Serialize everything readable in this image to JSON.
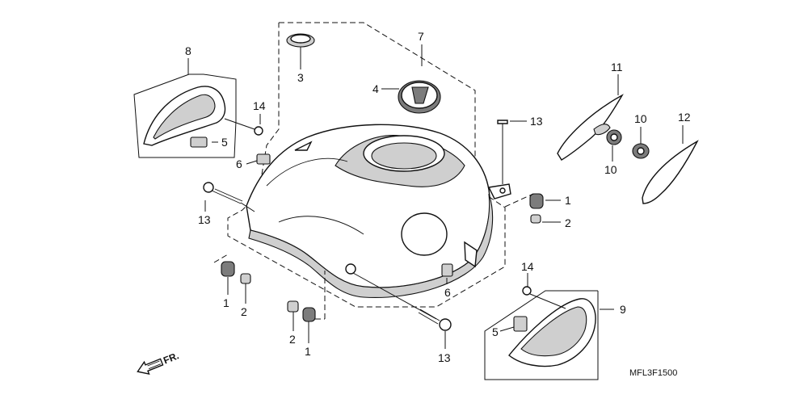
{
  "diagram_code": "MFL3F1500",
  "direction_label": "FR.",
  "callouts": {
    "c1a": "1",
    "c1b": "1",
    "c1c": "1",
    "c2a": "2",
    "c2b": "2",
    "c2c": "2",
    "c3": "3",
    "c4": "4",
    "c5a": "5",
    "c5b": "5",
    "c6a": "6",
    "c6b": "6",
    "c7": "7",
    "c8": "8",
    "c9": "9",
    "c10a": "10",
    "c10b": "10",
    "c11": "11",
    "c12": "12",
    "c13a": "13",
    "c13b": "13",
    "c13c": "13",
    "c14a": "14",
    "c14b": "14"
  }
}
